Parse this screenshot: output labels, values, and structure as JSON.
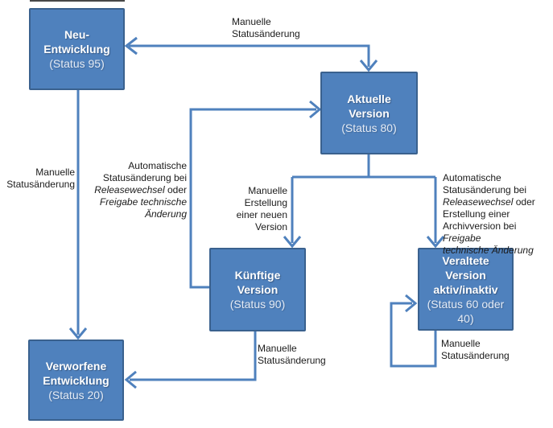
{
  "colors": {
    "node_fill": "#4f81bd",
    "node_border": "#3a618e",
    "connector": "#4f81bd",
    "node_text": "#ffffff",
    "label_text": "#1b1b1b"
  },
  "nodes": {
    "neu": {
      "title": [
        "Neu-",
        "Entwicklung"
      ],
      "status": [
        "(Status 95)"
      ]
    },
    "aktuelle": {
      "title": [
        "Aktuelle",
        "Version"
      ],
      "status": [
        "(Status 80)"
      ]
    },
    "kuenftige": {
      "title": [
        "Künftige",
        "Version"
      ],
      "status": [
        "(Status 90)"
      ]
    },
    "veraltete": {
      "title": [
        "Veraltete",
        "Version",
        "aktiv/inaktiv"
      ],
      "status": [
        "(Status 60 oder",
        "40)"
      ]
    },
    "verworfene": {
      "title": [
        "Verworfene",
        "Entwicklung"
      ],
      "status": [
        "(Status 20)"
      ]
    }
  },
  "labels": {
    "top_manual": {
      "lines": [
        "Manuelle",
        "Statusänderung"
      ]
    },
    "left_manual": {
      "lines": [
        "Manuelle",
        "Statusänderung"
      ]
    },
    "auto_release_left": {
      "line1": "Automatische",
      "line2": "Statusänderung bei",
      "line3_italic": "Releasewechsel",
      "line3_rest": " oder",
      "line4_italic": "Freigabe technische",
      "line5_italic": "Änderung"
    },
    "manual_new_version": {
      "lines": [
        "Manuelle",
        "Erstellung",
        "einer neuen",
        "Version"
      ]
    },
    "auto_release_right": {
      "line1": "Automatische",
      "line2": "Statusänderung bei",
      "line3_italic": "Releasewechsel",
      "line3_rest": " oder",
      "line4": "Erstellung einer",
      "line5_rest": "Archivversion bei ",
      "line5_italic": "Freigabe",
      "line6_italic": "technische Änderung"
    },
    "kuenftige_to_verworfene": {
      "lines": [
        "Manuelle",
        "Statusänderung"
      ]
    },
    "veraltete_loop": {
      "lines": [
        "Manuelle",
        "Statusänderung"
      ]
    }
  }
}
